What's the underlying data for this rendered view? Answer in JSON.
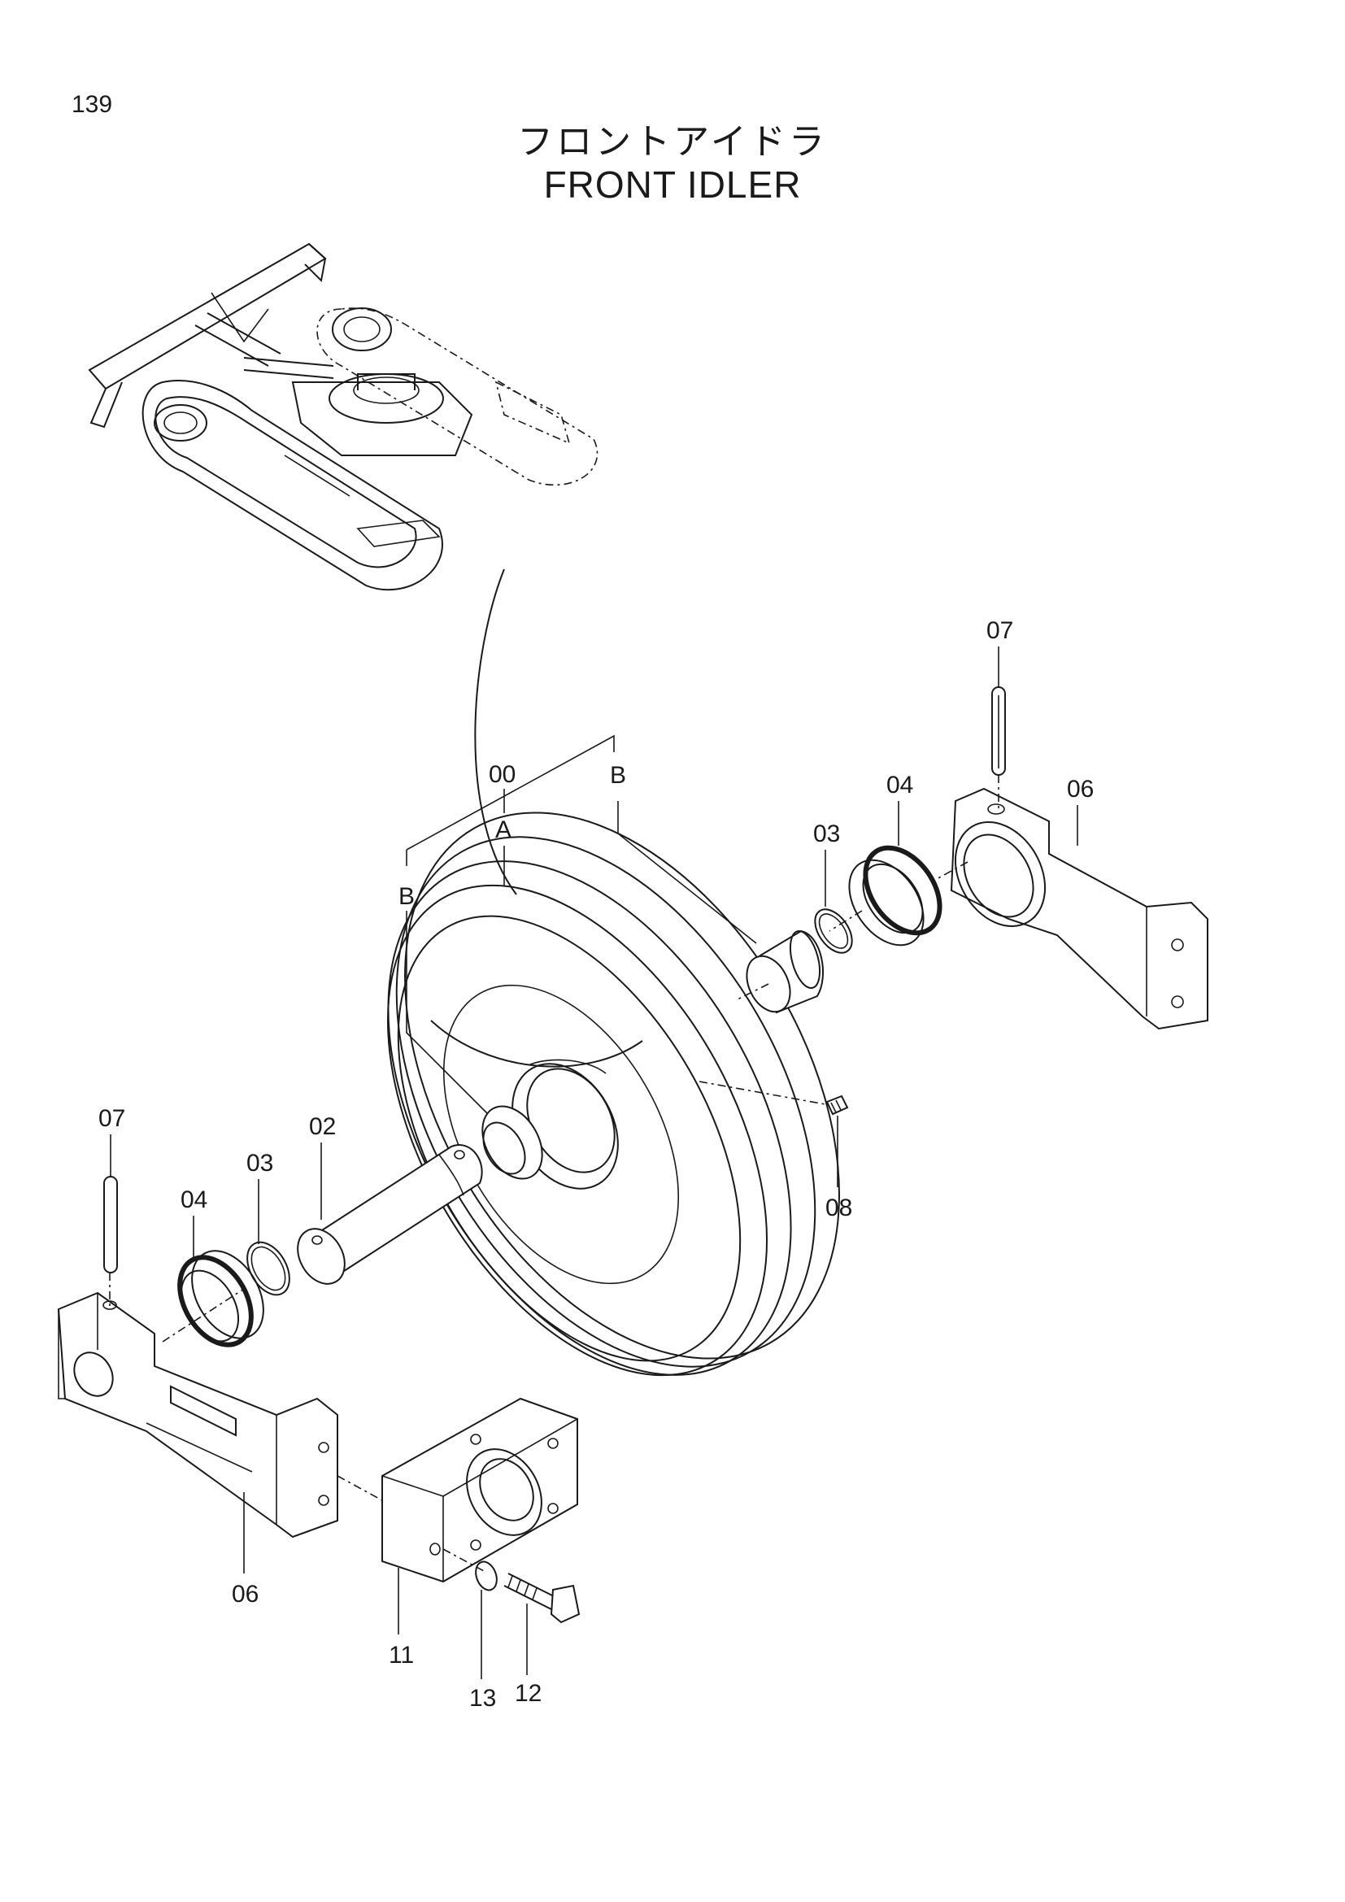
{
  "page": {
    "number": "139"
  },
  "title": {
    "japanese": "フロントアイドラ",
    "english": "FRONT  IDLER"
  },
  "callouts": {
    "assembly": "00",
    "a": "A",
    "b_left": "B",
    "b_right": "B",
    "shaft": "02",
    "ring_left": "03",
    "ring_right": "03",
    "seal_left": "04",
    "seal_right": "04",
    "bracket_left": "06",
    "bracket_right": "06",
    "pin_left": "07",
    "pin_right": "07",
    "plug": "08",
    "plate": "11",
    "bolt": "12",
    "washer": "13"
  }
}
